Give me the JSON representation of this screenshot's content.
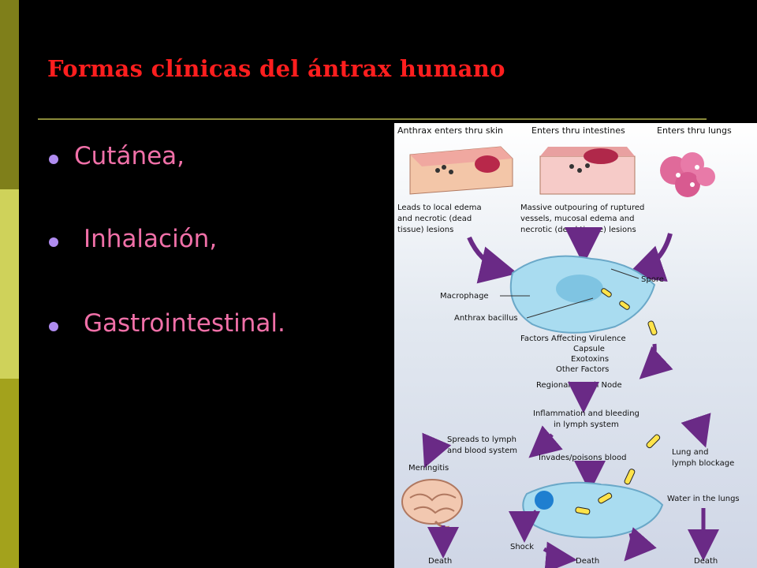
{
  "slide": {
    "title": "Formas clínicas del ántrax humano",
    "bullets": [
      "Cutánea,",
      "Inhalación,",
      "Gastrointestinal."
    ]
  },
  "colors": {
    "title": "#ff1e1e",
    "bullet_text": "#f070a8",
    "bullet_dot": "#b08cf0",
    "stripe_dark": "#7f7f1a",
    "stripe_light": "#cfd25a",
    "diagram_bg": "#dfe6ef"
  },
  "diagram": {
    "header_skin": "Anthrax enters thru skin",
    "header_intestines": "Enters thru intestines",
    "header_lungs": "Enters thru lungs",
    "skin_effect_1": "Leads to local edema",
    "skin_effect_2": "and necrotic (dead",
    "skin_effect_3": "tissue) lesions",
    "intestine_effect_1": "Massive outpouring of ruptured",
    "intestine_effect_2": "vessels, mucosal edema and",
    "intestine_effect_3": "necrotic (dead tissue) lesions",
    "spore": "Spore",
    "macrophage": "Macrophage",
    "bacillus": "Anthrax bacillus",
    "factors_1": "Factors Affecting Virulence",
    "factors_2": "Capsule",
    "factors_3": "Exotoxins",
    "factors_4": "Other Factors",
    "lymph_node": "Regional Lymph Node",
    "inflammation_1": "Inflammation and bleeding",
    "inflammation_2": "in lymph system",
    "spreads_1": "Spreads to lymph",
    "spreads_2": "and blood system",
    "invades": "Invades/poisons blood",
    "lung_blockage_1": "Lung and",
    "lung_blockage_2": "lymph blockage",
    "meningitis": "Meningitis",
    "water_lungs": "Water in the lungs",
    "shock": "Shock",
    "death_left": "Death",
    "death_middle": "Death",
    "death_right": "Death"
  }
}
